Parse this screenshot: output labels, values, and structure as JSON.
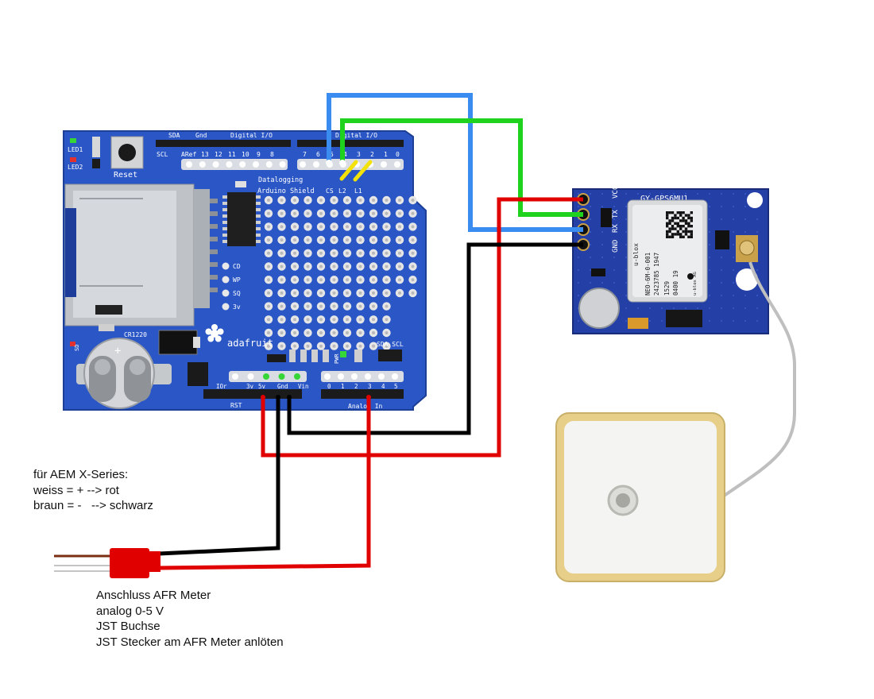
{
  "shield": {
    "leds": [
      "LED1",
      "LED2"
    ],
    "reset_label": "Reset",
    "header_top_left": [
      "SDA",
      "Gnd",
      "Digital I/O"
    ],
    "header_top_right": "Digital I/O",
    "scl_label": "SCL",
    "aref_label": "ARef",
    "pins_left": [
      "13",
      "12",
      "11",
      "10",
      "9",
      "8"
    ],
    "pins_right": [
      "7",
      "6",
      "5",
      "4",
      "3",
      "2",
      "1",
      "0"
    ],
    "datalogging_line1": "Datalogging",
    "datalogging_line2": "Arduino Shield",
    "cs_label": "CS",
    "l2_label": "L2",
    "l1_label": "L1",
    "sd_labels": [
      "CD",
      "WP",
      "SQ",
      "3v"
    ],
    "battery_label": "CR1220",
    "brand": "adafruit",
    "sd_led_label": "SD",
    "pwr_label": "PWR",
    "sda_scl_label": "SDA  SCL",
    "power_pins": [
      "IOr",
      "3v",
      "5v",
      "Gnd",
      "Vin"
    ],
    "rst_label": "RST",
    "analog_pins": [
      "0",
      "1",
      "2",
      "3",
      "4",
      "5"
    ],
    "analog_label": "Analog In"
  },
  "gps": {
    "board_label": "GY-GPS6MU1",
    "pin_labels": [
      "VCC",
      "TX",
      "RX",
      "GND"
    ],
    "chip_brand": "u-blox",
    "chip_lines": [
      "NEO-6M-0-001",
      "2423785 1947",
      "1529",
      "0400 19"
    ],
    "chip_small": "u-blox AG"
  },
  "notes": {
    "aem_line1": "für AEM X-Series:",
    "aem_line2": "weiss = + --> rot",
    "aem_line3": "braun = -   --> schwarz",
    "afr_line1": "Anschluss AFR Meter",
    "afr_line2": "analog 0-5 V",
    "afr_line3": "JST Buchse",
    "afr_line4": "JST Stecker am AFR Meter anlöten"
  },
  "colors": {
    "board_blue": "#2a56c6",
    "wire_red": "#e00000",
    "wire_black": "#000000",
    "wire_blue": "#3b8cf0",
    "wire_green": "#1ed21e",
    "wire_yellow": "#f2e20a",
    "gps_board": "#243fa6",
    "antenna_border": "#e7cf8a"
  }
}
